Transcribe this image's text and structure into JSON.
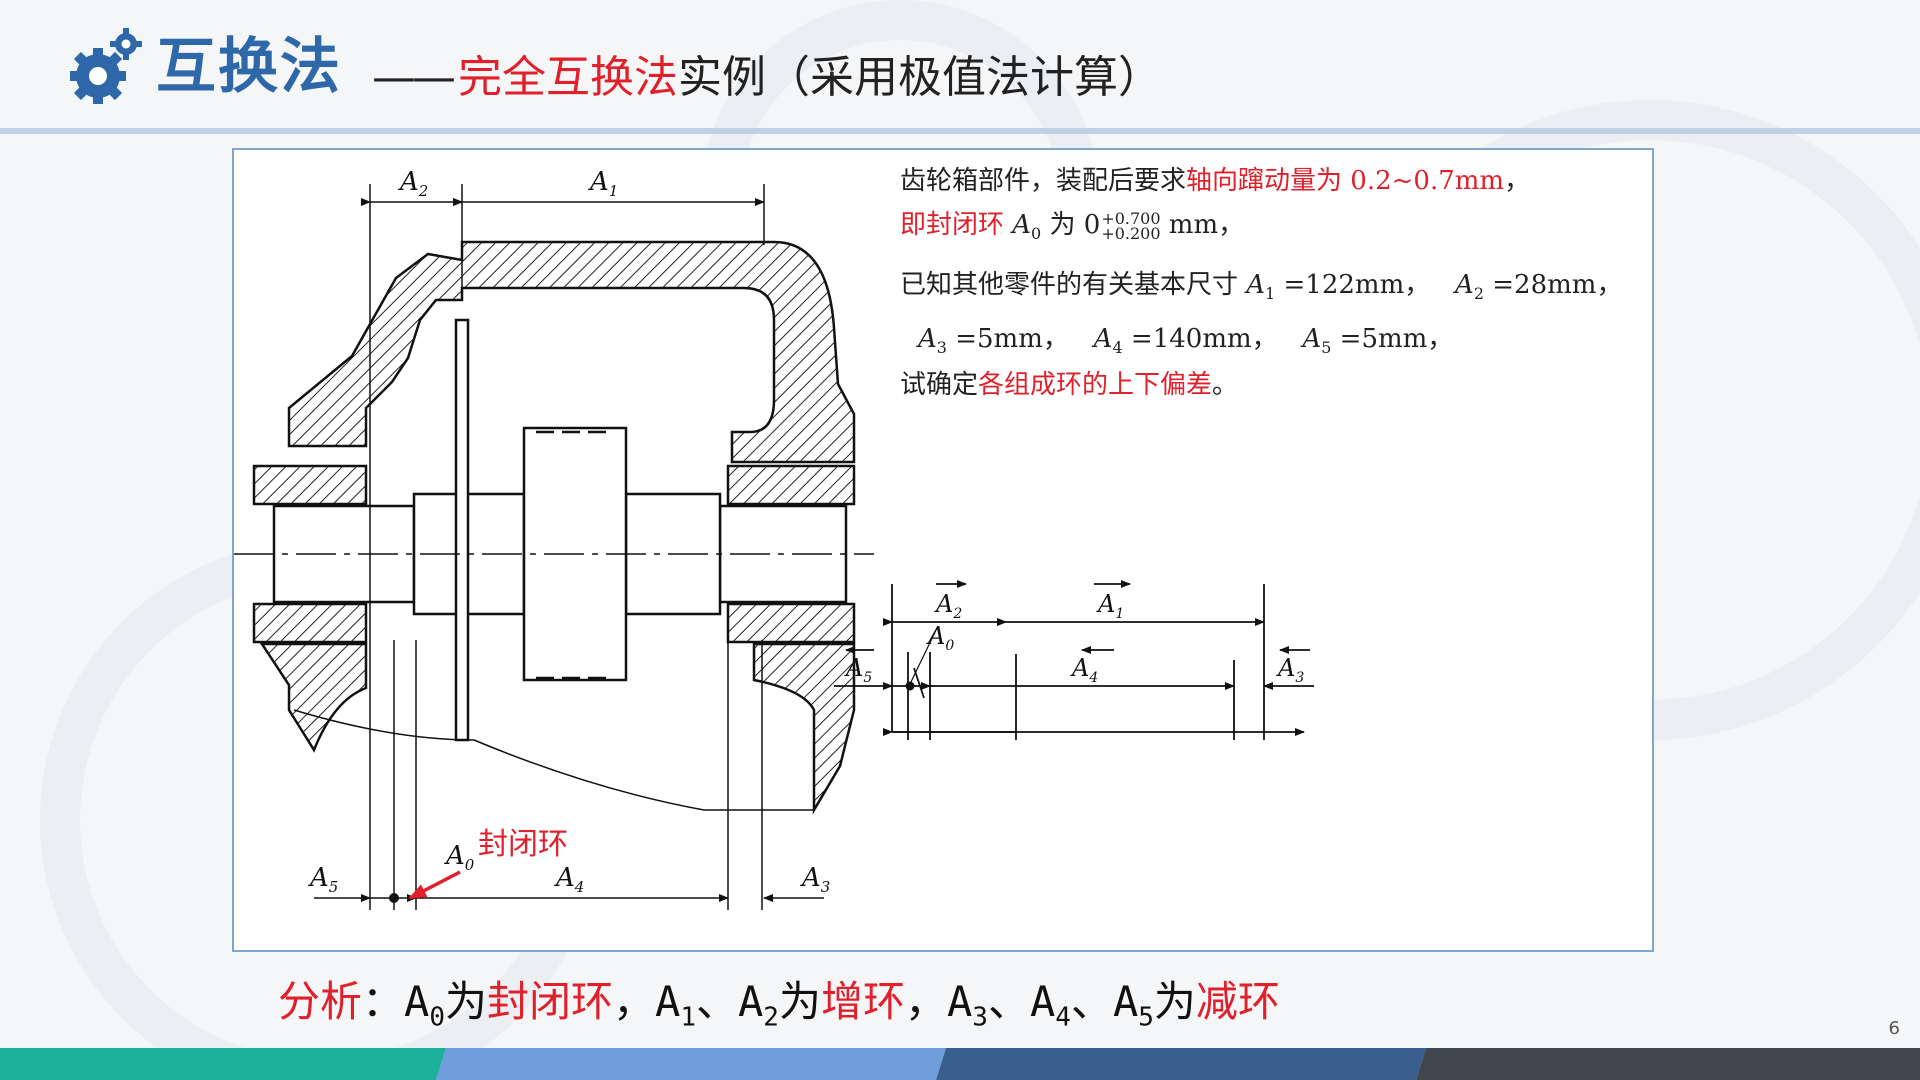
{
  "header": {
    "title": "互换法",
    "subtitle_dash": "——",
    "subtitle_red": "完全互换法",
    "subtitle_rest": "实例（采用极值法计算）"
  },
  "drawing": {
    "label_a1": "A",
    "sub_a1": "1",
    "label_a2": "A",
    "sub_a2": "2",
    "label_a3": "A",
    "sub_a3": "3",
    "label_a4": "A",
    "sub_a4": "4",
    "label_a5": "A",
    "sub_a5": "5",
    "label_a0": "A",
    "sub_a0": "0",
    "closed_ring": "封闭环"
  },
  "chain": {
    "label": "A",
    "sub_a0": "0",
    "sub_a1": "1",
    "sub_a2": "2",
    "sub_a3": "3",
    "sub_a4": "4",
    "sub_a5": "5"
  },
  "description": {
    "l1_black": "齿轮箱部件，装配后要求",
    "l1_red": "轴向蹿动量为 0.2~0.7mm",
    "l1_end": "，",
    "l2_red": "即封闭环 ",
    "l2_a": "A",
    "l2_sub": "0",
    "l2_mid": " 为 0",
    "l2_upper": "+0.700",
    "l2_lower": "+0.200",
    "l2_unit": " mm，",
    "l3_text": "已知其他零件的有关基本尺寸 ",
    "l3_a": "A",
    "l3_sub1": "1",
    "l3_val1": " =122mm，",
    "l3_sub2": "2",
    "l3_val2": " =28mm，",
    "l4_a": "A",
    "l4_sub3": "3",
    "l4_val3": " =5mm，",
    "l4_sub4": "4",
    "l4_val4": " =140mm，",
    "l4_sub5": "5",
    "l4_val5": " =5mm，",
    "l5_black": "试确定",
    "l5_red": "各组成环的上下偏差",
    "l5_end": "。"
  },
  "analysis": {
    "prefix": "分析",
    "colon": "：",
    "a": "A",
    "s0": "0",
    "wei1": "为",
    "closed": "封闭环",
    "comma1": "，",
    "s1": "1",
    "sep1": "、",
    "s2": "2",
    "wei2": "为",
    "increasing": "增环",
    "comma2": "，",
    "s3": "3",
    "sep2": "、",
    "s4": "4",
    "sep3": "、",
    "s5": "5",
    "wei3": "为",
    "decreasing": "减环"
  },
  "page_number": "6",
  "colors": {
    "accent_blue": "#2f68a8",
    "accent_red": "#e0202a",
    "footer_teal": "#1bb09a",
    "footer_blue": "#6f9edb",
    "footer_navy": "#3a5f8f",
    "footer_dark": "#40464e"
  }
}
